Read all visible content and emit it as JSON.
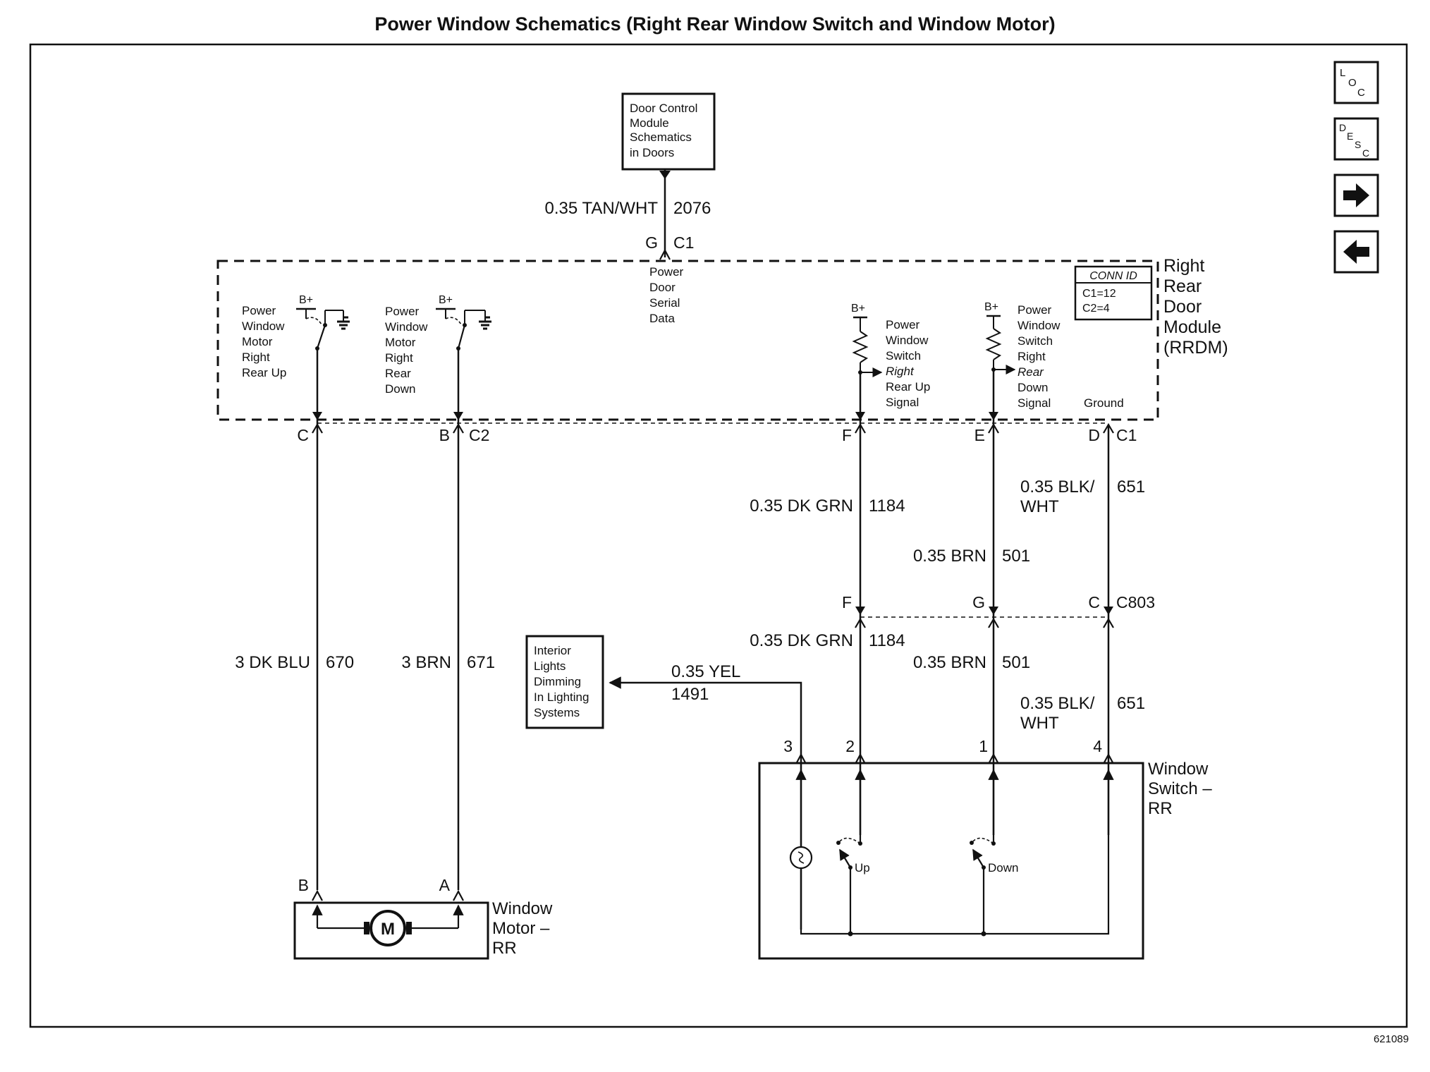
{
  "title": "Power Window Schematics (Right Rear Window Switch and Window Motor)",
  "figure_id": "621089",
  "nav": {
    "loc": [
      "L",
      "O",
      "C"
    ],
    "desc": [
      "D",
      "E",
      "S",
      "C"
    ],
    "forward_icon": "arrow-right-icon",
    "back_icon": "arrow-left-icon"
  },
  "top_box": {
    "lines": [
      "Door Control",
      "Module",
      "Schematics",
      "in Doors"
    ]
  },
  "top_wire": {
    "gauge_color": "0.35 TAN/WHT",
    "circuit": "2076",
    "pin": "G",
    "connector": "C1",
    "label_lines": [
      "Power",
      "Door",
      "Serial",
      "Data"
    ]
  },
  "module": {
    "name_lines": [
      "Right",
      "Rear",
      "Door",
      "Module",
      "(RRDM)"
    ],
    "conn_id": {
      "title": "CONN ID",
      "c1": "C1=12",
      "c2": "C2=4"
    },
    "bplus": "B+",
    "relay_up_lines": [
      "Power",
      "Window",
      "Motor",
      "Right",
      "Rear Up"
    ],
    "relay_down_lines": [
      "Power",
      "Window",
      "Motor",
      "Right",
      "Rear",
      "Down"
    ],
    "sig_up_lines": [
      "Power",
      "Window",
      "Switch",
      "Right",
      "Rear Up",
      "Signal"
    ],
    "sig_down_lines": [
      "Power",
      "Window",
      "Switch",
      "Right",
      "Rear",
      "Down",
      "Signal"
    ],
    "ground": "Ground"
  },
  "pins_module": {
    "c": "C",
    "b": "B",
    "c2": "C2",
    "f": "F",
    "e": "E",
    "d": "D",
    "c1": "C1"
  },
  "wires": {
    "w670": {
      "gauge_color": "3 DK BLU",
      "circuit": "670"
    },
    "w671": {
      "gauge_color": "3 BRN",
      "circuit": "671"
    },
    "w1184_upper": {
      "gauge_color": "0.35 DK GRN",
      "circuit": "1184"
    },
    "w501_upper": {
      "gauge_color": "0.35 BRN",
      "circuit": "501"
    },
    "w651_upper": {
      "gauge_color_1": "0.35 BLK/",
      "gauge_color_2": "WHT",
      "circuit": "651"
    },
    "w1184_lower": {
      "gauge_color": "0.35 DK GRN",
      "circuit": "1184"
    },
    "w501_lower": {
      "gauge_color": "0.35 BRN",
      "circuit": "501"
    },
    "w651_lower": {
      "gauge_color_1": "0.35 BLK/",
      "gauge_color_2": "WHT",
      "circuit": "651"
    },
    "w1491": {
      "gauge_color": "0.35 YEL",
      "circuit": "1491"
    }
  },
  "c803": {
    "f": "F",
    "g": "G",
    "c": "C",
    "name": "C803"
  },
  "dimming_box": {
    "lines": [
      "Interior",
      "Lights",
      "Dimming",
      "In Lighting",
      "Systems"
    ]
  },
  "switch": {
    "name_lines": [
      "Window",
      "Switch –",
      "RR"
    ],
    "pins": {
      "p3": "3",
      "p2": "2",
      "p1": "1",
      "p4": "4"
    },
    "up": "Up",
    "down": "Down"
  },
  "motor": {
    "name_lines": [
      "Window",
      "Motor –",
      "RR"
    ],
    "symbol": "M",
    "pin_b": "B",
    "pin_a": "A"
  }
}
